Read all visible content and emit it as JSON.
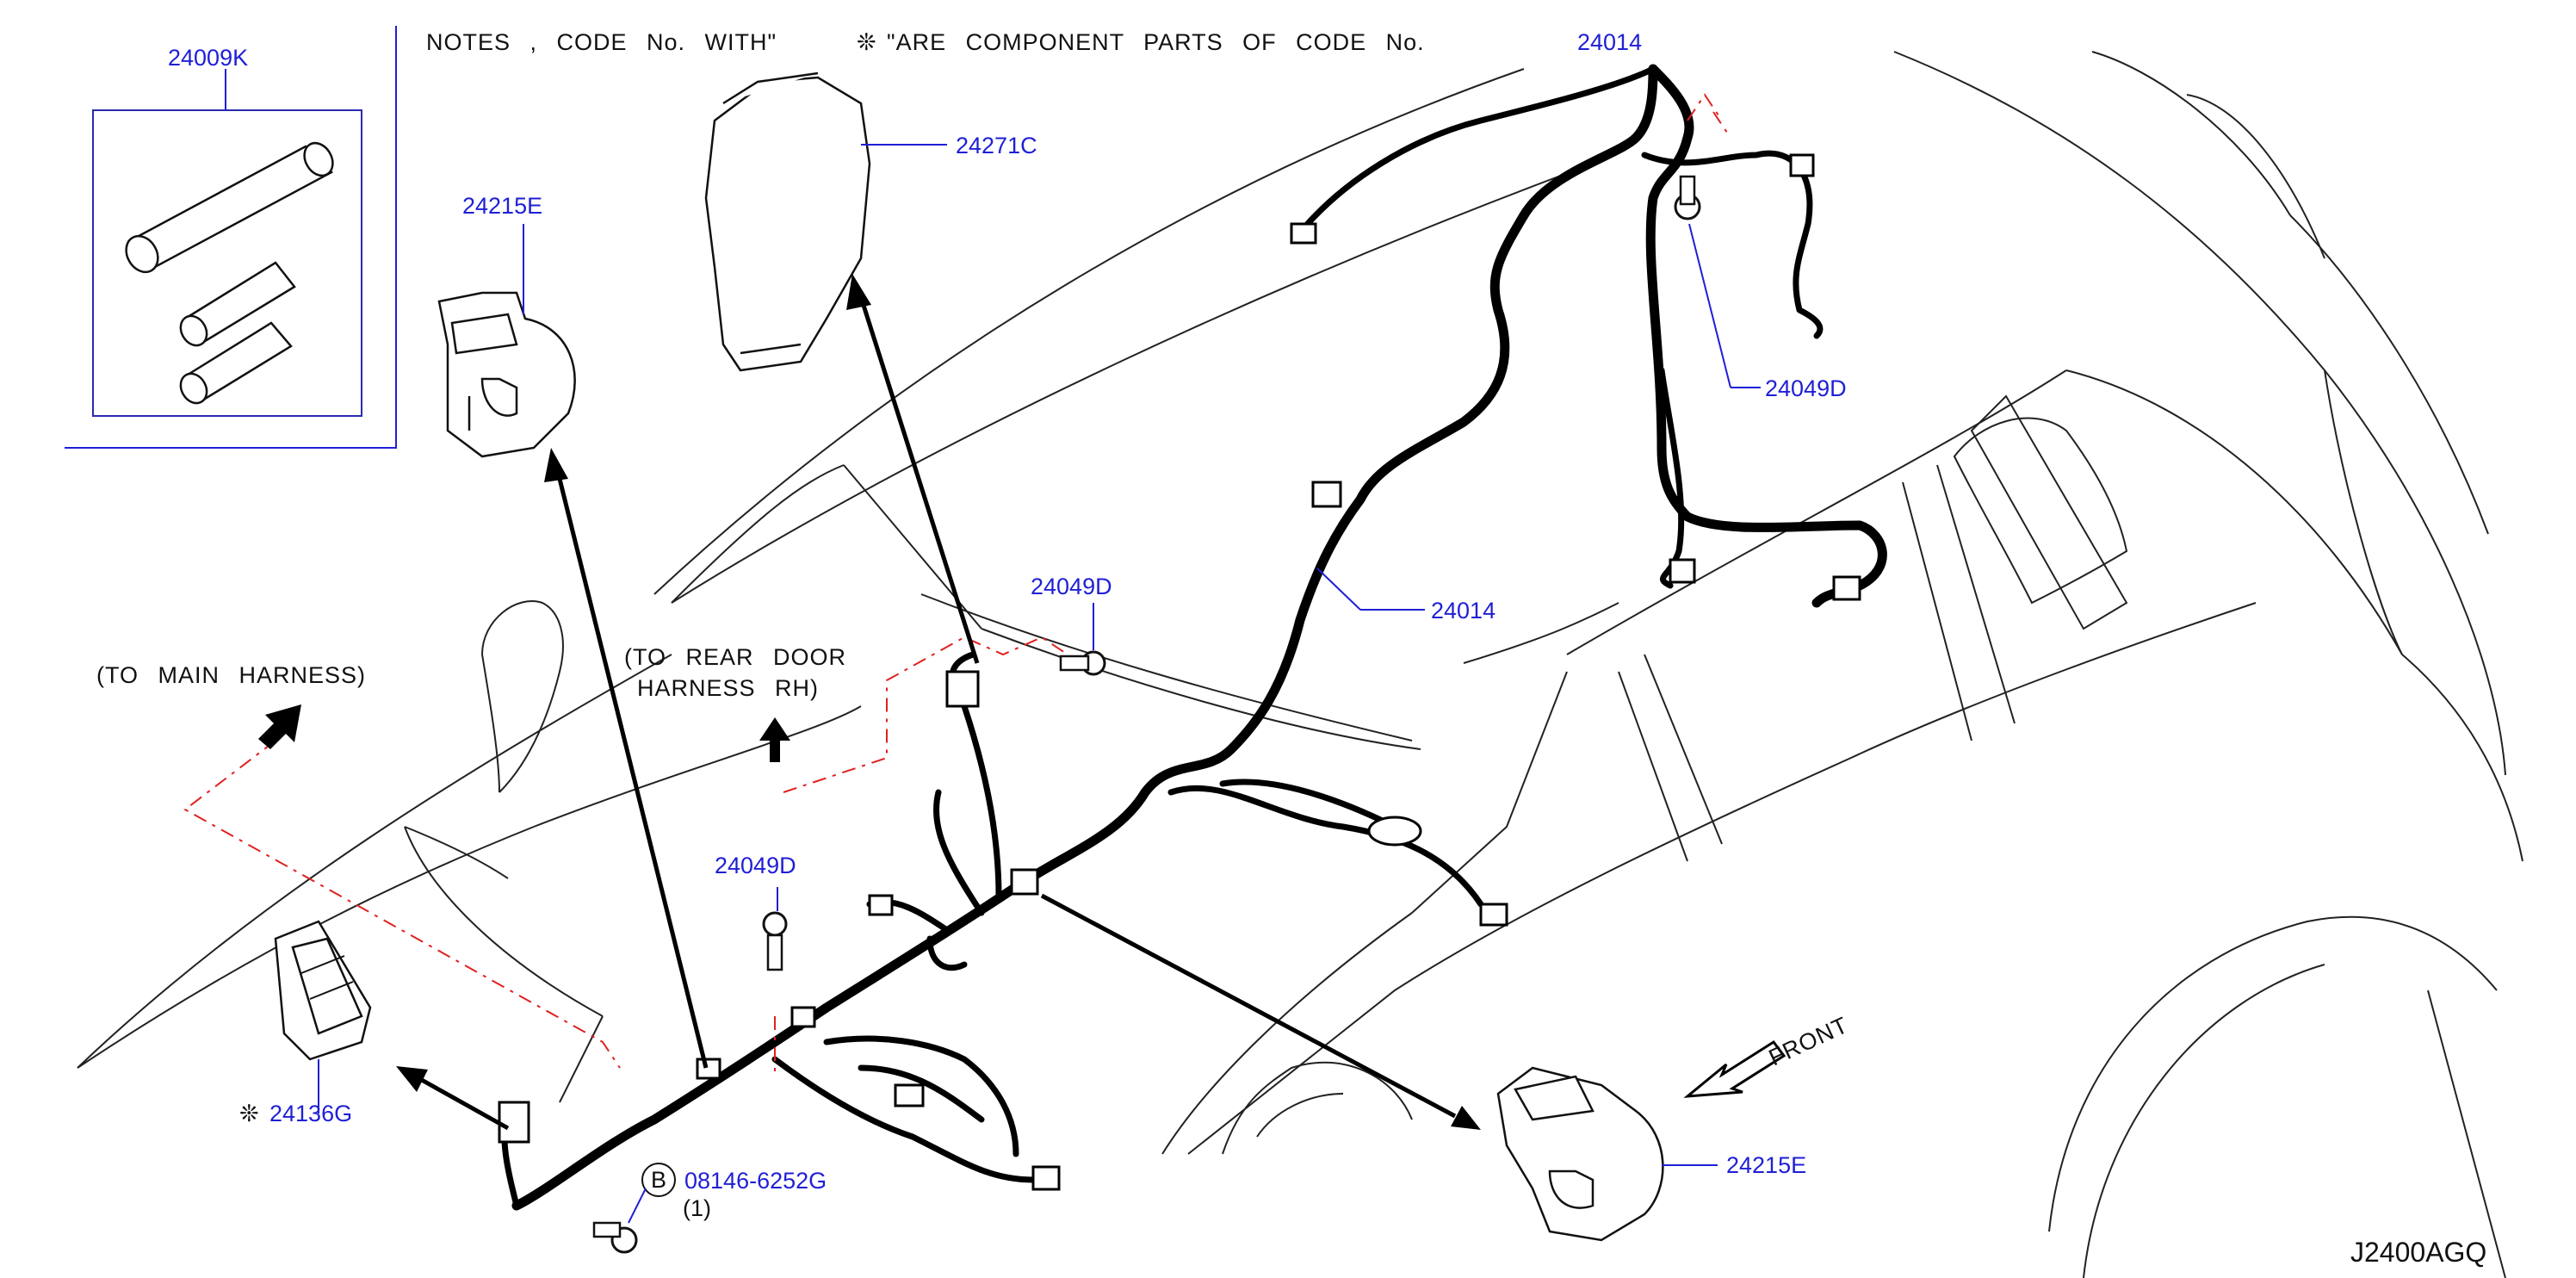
{
  "notes": {
    "text": "NOTES , CODE No. WITH\"",
    "symbol": "❊",
    "text_after": "\"ARE COMPONENT PARTS OF CODE No."
  },
  "labels": {
    "part_24009K": "24009K",
    "part_24215E_top": "24215E",
    "part_24271C": "24271C",
    "part_24014_top": "24014",
    "part_24049D_right": "24049D",
    "part_24049D_mid": "24049D",
    "part_24014_mid": "24014",
    "part_24049D_lower": "24049D",
    "part_24136G": "24136G",
    "part_24136G_symbol": "❊",
    "part_08146": "08146-6252G",
    "bolt_badge": "B",
    "bolt_qty": "(1)",
    "part_24215E_bottom": "24215E"
  },
  "directions": {
    "to_main_harness": "(TO MAIN HARNESS)",
    "to_rear_door_1": "(TO REAR DOOR",
    "to_rear_door_2": "HARNESS RH)",
    "front": "FRONT"
  },
  "diagram_id": "J2400AGQ",
  "colors": {
    "part_number": "#1f1fd6",
    "leader": "#1f1fd6",
    "dashed_route": "#e02020",
    "lines": "#000000"
  }
}
